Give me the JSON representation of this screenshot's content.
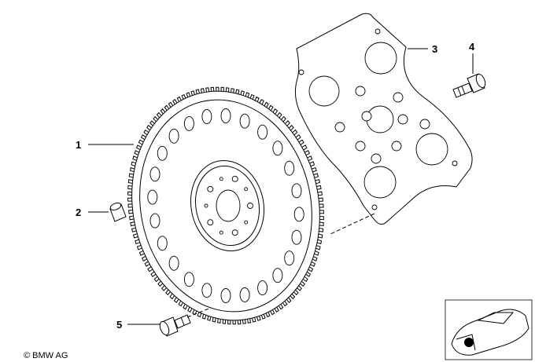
{
  "diagram": {
    "callouts": [
      {
        "id": "1",
        "label": "1"
      },
      {
        "id": "2",
        "label": "2"
      },
      {
        "id": "3",
        "label": "3"
      },
      {
        "id": "4",
        "label": "4"
      },
      {
        "id": "5",
        "label": "5"
      }
    ],
    "copyright": "© BMW AG"
  }
}
